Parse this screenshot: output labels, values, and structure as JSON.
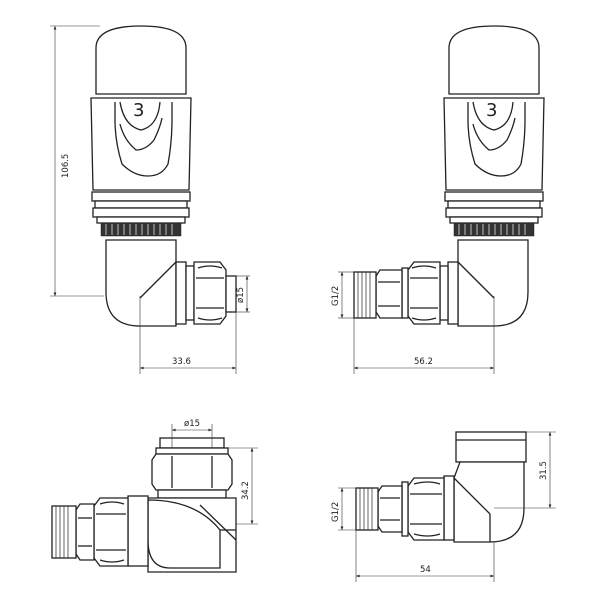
{
  "views": {
    "front_left": {
      "knob_number": "3",
      "dim_height": "106.5",
      "dim_width": "33.6",
      "dim_pipe_dia": "ø15"
    },
    "front_right": {
      "knob_number": "3",
      "dim_thread": "G1/2",
      "dim_width": "56.2"
    },
    "top_left": {
      "dim_pipe_dia": "ø15",
      "dim_height": "34.2"
    },
    "bottom_right": {
      "dim_thread": "G1/2",
      "dim_height": "31.5",
      "dim_width": "54"
    }
  }
}
